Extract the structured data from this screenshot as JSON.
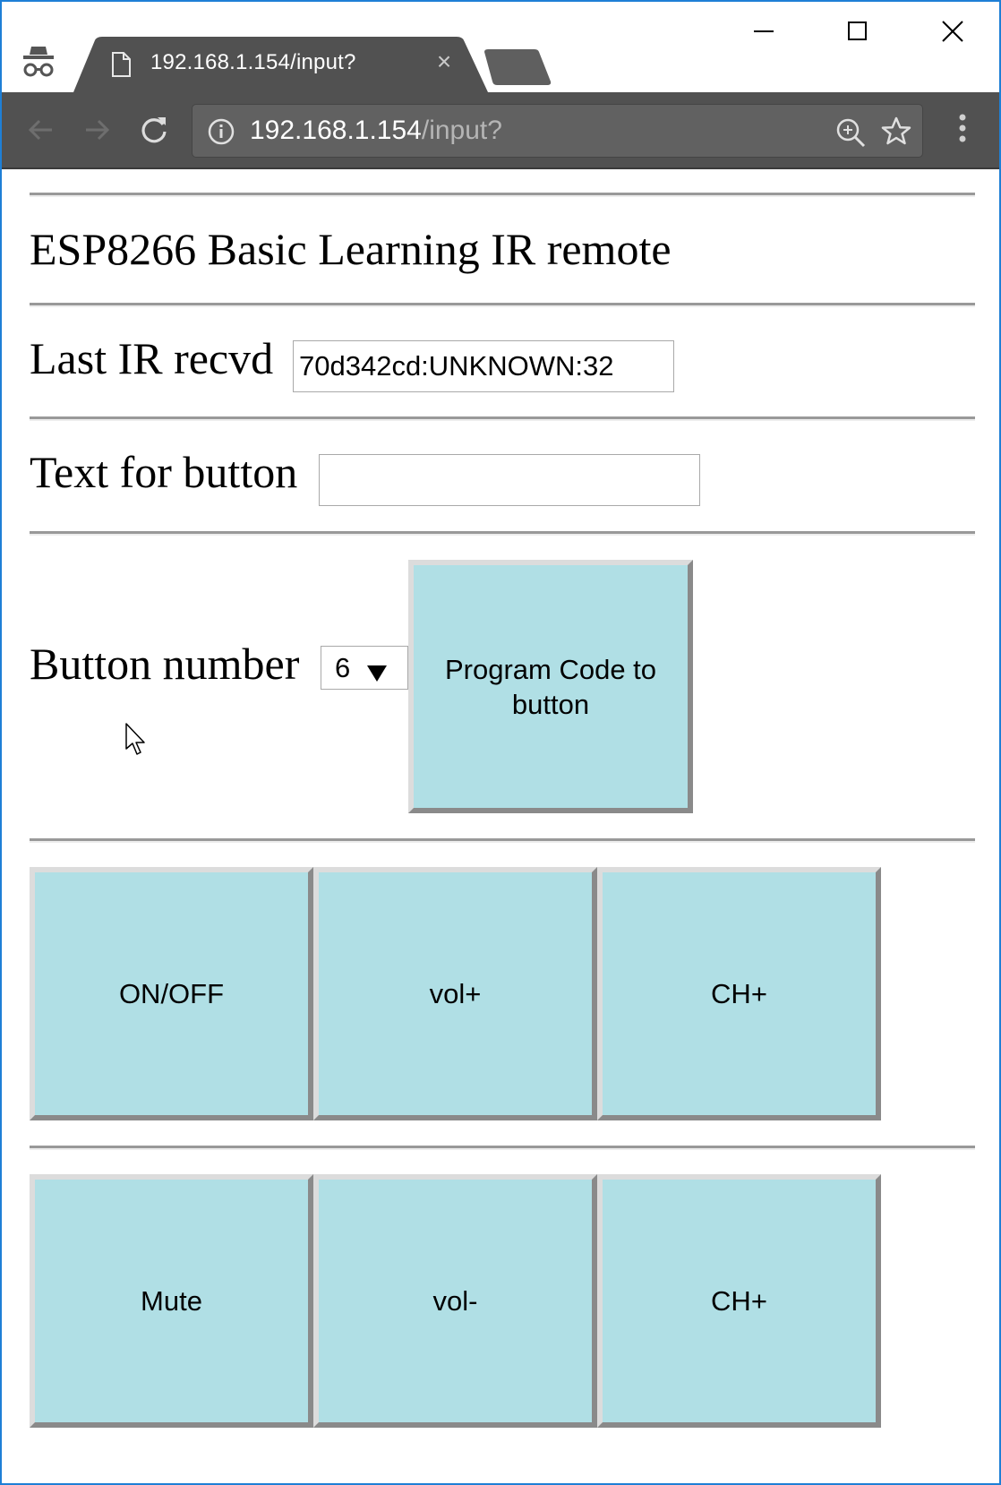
{
  "browser": {
    "tab": {
      "title": "192.168.1.154/input?",
      "close": "×"
    },
    "address": {
      "host": "192.168.1.154",
      "path": "/input?"
    },
    "icons": {
      "incognito": "incognito-icon",
      "page": "page-icon",
      "back": "back-arrow-icon",
      "forward": "forward-arrow-icon",
      "reload": "reload-icon",
      "info": "info-icon",
      "zoom": "zoom-in-icon",
      "bookmark": "star-icon",
      "menu": "more-vert-icon"
    },
    "window_controls": [
      "minimize",
      "maximize",
      "close"
    ]
  },
  "page": {
    "title": "ESP8266 Basic Learning IR remote",
    "last_ir": {
      "label": "Last IR recvd",
      "value": "70d342cd:UNKNOWN:32"
    },
    "button_text": {
      "label": "Text for button",
      "value": ""
    },
    "button_number": {
      "label": "Button number",
      "selected": "6",
      "arrow": "▼"
    },
    "program_button": "Program Code to button",
    "remote_rows": [
      [
        "ON/OFF",
        "vol+",
        "CH+"
      ],
      [
        "Mute",
        "vol-",
        "CH+"
      ]
    ]
  },
  "colors": {
    "button_fill": "#b0dfe5",
    "button_border_light": "#dcdcdc",
    "button_border_dark": "#8a8a8a",
    "toolbar": "#515151",
    "omnibox": "#616161",
    "window_border": "#1e7fd6"
  }
}
